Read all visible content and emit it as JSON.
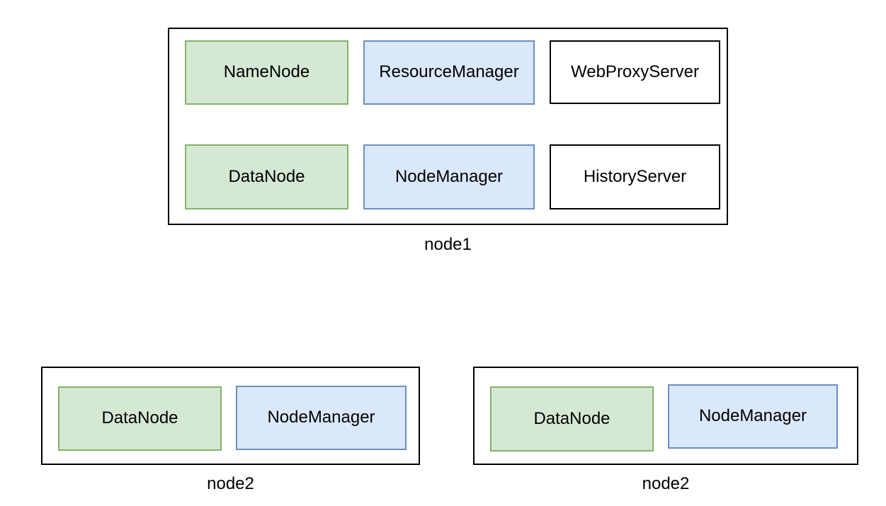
{
  "groups": [
    {
      "label": "node1",
      "boxes": [
        {
          "label": "NameNode",
          "type": "green"
        },
        {
          "label": "ResourceManager",
          "type": "blue"
        },
        {
          "label": "WebProxyServer",
          "type": "white"
        },
        {
          "label": "DataNode",
          "type": "green"
        },
        {
          "label": "NodeManager",
          "type": "blue"
        },
        {
          "label": "HistoryServer",
          "type": "white"
        }
      ]
    },
    {
      "label": "node2",
      "boxes": [
        {
          "label": "DataNode",
          "type": "green"
        },
        {
          "label": "NodeManager",
          "type": "blue"
        }
      ]
    },
    {
      "label": "node2",
      "boxes": [
        {
          "label": "DataNode",
          "type": "green"
        },
        {
          "label": "NodeManager",
          "type": "blue"
        }
      ]
    }
  ],
  "colors": {
    "background": "#ffffff",
    "container_border": "#000000",
    "green_fill": "#d5e8d4",
    "green_border": "#82b366",
    "blue_fill": "#dae8fc",
    "blue_border": "#6c8ebf",
    "white_fill": "#ffffff",
    "white_border": "#000000",
    "text": "#000000"
  }
}
